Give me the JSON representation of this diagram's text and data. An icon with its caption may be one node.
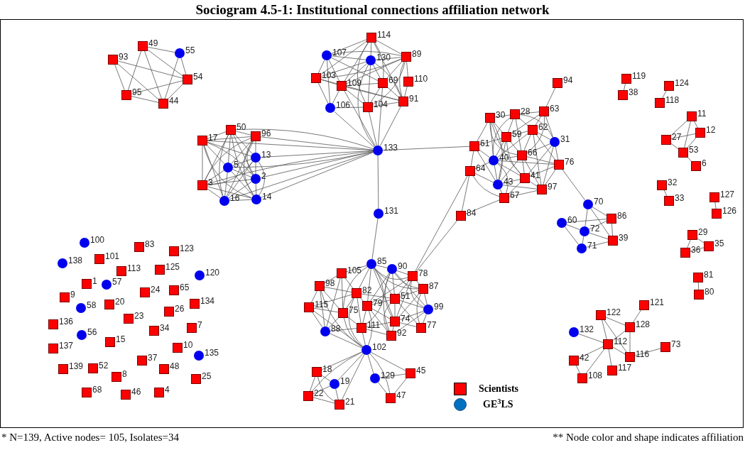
{
  "diagram": {
    "title": "Sociogram 4.5-1: Institutional connections affiliation network",
    "nodes": [
      {
        "text": [],
        "shape": "box",
        "beside": [
          "49"
        ]
      },
      {
        "text": [],
        "shape": "circle",
        "beside": [
          "55"
        ]
      },
      {
        "text": [],
        "shape": "box",
        "beside": [
          "93"
        ]
      },
      {
        "text": [],
        "shape": "box",
        "beside": [
          "54"
        ]
      },
      {
        "text": [],
        "shape": "box",
        "beside": [
          "95"
        ]
      },
      {
        "text": [],
        "shape": "box",
        "beside": [
          "44"
        ]
      },
      {
        "text": [],
        "shape": "box",
        "beside": [
          "50"
        ]
      },
      {
        "text": [],
        "shape": "box",
        "beside": [
          "96"
        ]
      },
      {
        "text": [],
        "shape": "box",
        "beside": [
          "17"
        ]
      },
      {
        "text": [],
        "shape": "circle",
        "beside": [
          "13"
        ]
      },
      {
        "text": [],
        "shape": "circle",
        "beside": [
          "5"
        ]
      },
      {
        "text": [],
        "shape": "circle",
        "beside": [
          "2"
        ]
      },
      {
        "text": [],
        "shape": "box",
        "beside": [
          "3"
        ]
      },
      {
        "text": [],
        "shape": "circle",
        "beside": [
          "16"
        ]
      },
      {
        "text": [],
        "shape": "circle",
        "beside": [
          "14"
        ]
      },
      {
        "text": [],
        "shape": "circle",
        "beside": [
          "133"
        ]
      },
      {
        "text": [],
        "shape": "circle",
        "beside": [
          "131"
        ]
      },
      {
        "text": [],
        "shape": "box",
        "beside": [
          "114"
        ]
      },
      {
        "text": [],
        "shape": "circle",
        "beside": [
          "107"
        ]
      },
      {
        "text": [],
        "shape": "circle",
        "beside": [
          "130"
        ]
      },
      {
        "text": [],
        "shape": "box",
        "beside": [
          "89"
        ]
      },
      {
        "text": [],
        "shape": "box",
        "beside": [
          "103"
        ]
      },
      {
        "text": [],
        "shape": "box",
        "beside": [
          "109"
        ]
      },
      {
        "text": [],
        "shape": "box",
        "beside": [
          "69"
        ]
      },
      {
        "text": [],
        "shape": "box",
        "beside": [
          "110"
        ]
      },
      {
        "text": [],
        "shape": "circle",
        "beside": [
          "106"
        ]
      },
      {
        "text": [],
        "shape": "box",
        "beside": [
          "104"
        ]
      },
      {
        "text": [],
        "shape": "box",
        "beside": [
          "91"
        ]
      },
      {
        "text": [],
        "shape": "box",
        "beside": [
          "94"
        ]
      },
      {
        "text": [],
        "shape": "box",
        "beside": [
          "30"
        ]
      },
      {
        "text": [],
        "shape": "box",
        "beside": [
          "28"
        ]
      },
      {
        "text": [],
        "shape": "box",
        "beside": [
          "63"
        ]
      },
      {
        "text": [],
        "shape": "box",
        "beside": [
          "62"
        ]
      },
      {
        "text": [],
        "shape": "box",
        "beside": [
          "59"
        ]
      },
      {
        "text": [],
        "shape": "circle",
        "beside": [
          "31"
        ]
      },
      {
        "text": [],
        "shape": "box",
        "beside": [
          "61"
        ]
      },
      {
        "text": [],
        "shape": "box",
        "beside": [
          "66"
        ]
      },
      {
        "text": [],
        "shape": "circle",
        "beside": [
          "40"
        ]
      },
      {
        "text": [],
        "shape": "box",
        "beside": [
          "76"
        ]
      },
      {
        "text": [],
        "shape": "box",
        "beside": [
          "64"
        ]
      },
      {
        "text": [],
        "shape": "box",
        "beside": [
          "41"
        ]
      },
      {
        "text": [],
        "shape": "circle",
        "beside": [
          "43"
        ]
      },
      {
        "text": [],
        "shape": "box",
        "beside": [
          "97"
        ]
      },
      {
        "text": [],
        "shape": "box",
        "beside": [
          "67"
        ]
      },
      {
        "text": [],
        "shape": "box",
        "beside": [
          "84"
        ]
      },
      {
        "text": [],
        "shape": "circle",
        "beside": [
          "70"
        ]
      },
      {
        "text": [],
        "shape": "circle",
        "beside": [
          "60"
        ]
      },
      {
        "text": [],
        "shape": "box",
        "beside": [
          "86"
        ]
      },
      {
        "text": [],
        "shape": "circle",
        "beside": [
          "72"
        ]
      },
      {
        "text": [],
        "shape": "box",
        "beside": [
          "39"
        ]
      },
      {
        "text": [],
        "shape": "circle",
        "beside": [
          "71"
        ]
      },
      {
        "text": [],
        "shape": "box",
        "beside": [
          "119"
        ]
      },
      {
        "text": [],
        "shape": "box",
        "beside": [
          "38"
        ]
      },
      {
        "text": [],
        "shape": "box",
        "beside": [
          "124"
        ]
      },
      {
        "text": [],
        "shape": "box",
        "beside": [
          "118"
        ]
      },
      {
        "text": [],
        "shape": "box",
        "beside": [
          "11"
        ]
      },
      {
        "text": [],
        "shape": "box",
        "beside": [
          "12"
        ]
      },
      {
        "text": [],
        "shape": "box",
        "beside": [
          "27"
        ]
      },
      {
        "text": [],
        "shape": "box",
        "beside": [
          "53"
        ]
      },
      {
        "text": [],
        "shape": "box",
        "beside": [
          "6"
        ]
      },
      {
        "text": [],
        "shape": "box",
        "beside": [
          "32"
        ]
      },
      {
        "text": [],
        "shape": "box",
        "beside": [
          "33"
        ]
      },
      {
        "text": [],
        "shape": "box",
        "beside": [
          "127"
        ]
      },
      {
        "text": [],
        "shape": "box",
        "beside": [
          "126"
        ]
      },
      {
        "text": [],
        "shape": "box",
        "beside": [
          "29"
        ]
      },
      {
        "text": [],
        "shape": "box",
        "beside": [
          "35"
        ]
      },
      {
        "text": [],
        "shape": "box",
        "beside": [
          "36"
        ]
      },
      {
        "text": [],
        "shape": "box",
        "beside": [
          "81"
        ]
      },
      {
        "text": [],
        "shape": "box",
        "beside": [
          "80"
        ]
      },
      {
        "text": [],
        "shape": "circle",
        "beside": [
          "85"
        ]
      },
      {
        "text": [],
        "shape": "circle",
        "beside": [
          "90"
        ]
      },
      {
        "text": [],
        "shape": "box",
        "beside": [
          "105"
        ]
      },
      {
        "text": [],
        "shape": "box",
        "beside": [
          "78"
        ]
      },
      {
        "text": [],
        "shape": "box",
        "beside": [
          "98"
        ]
      },
      {
        "text": [],
        "shape": "box",
        "beside": [
          "82"
        ]
      },
      {
        "text": [],
        "shape": "box",
        "beside": [
          "87"
        ]
      },
      {
        "text": [],
        "shape": "box",
        "beside": [
          "51"
        ]
      },
      {
        "text": [],
        "shape": "box",
        "beside": [
          "79"
        ]
      },
      {
        "text": [],
        "shape": "box",
        "beside": [
          "115"
        ]
      },
      {
        "text": [],
        "shape": "box",
        "beside": [
          "75"
        ]
      },
      {
        "text": [],
        "shape": "circle",
        "beside": [
          "99"
        ]
      },
      {
        "text": [],
        "shape": "box",
        "beside": [
          "74"
        ]
      },
      {
        "text": [],
        "shape": "box",
        "beside": [
          "111"
        ]
      },
      {
        "text": [],
        "shape": "circle",
        "beside": [
          "88"
        ]
      },
      {
        "text": [],
        "shape": "box",
        "beside": [
          "77"
        ]
      },
      {
        "text": [],
        "shape": "box",
        "beside": [
          "92"
        ]
      },
      {
        "text": [],
        "shape": "circle",
        "beside": [
          "102"
        ]
      },
      {
        "text": [],
        "shape": "box",
        "beside": [
          "18"
        ]
      },
      {
        "text": [],
        "shape": "box",
        "beside": [
          "45"
        ]
      },
      {
        "text": [],
        "shape": "circle",
        "beside": [
          "19"
        ]
      },
      {
        "text": [],
        "shape": "circle",
        "beside": [
          "129"
        ]
      },
      {
        "text": [],
        "shape": "box",
        "beside": [
          "22"
        ]
      },
      {
        "text": [],
        "shape": "box",
        "beside": [
          "47"
        ]
      },
      {
        "text": [],
        "shape": "box",
        "beside": [
          "21"
        ]
      },
      {
        "text": [],
        "shape": "box",
        "beside": [
          "121"
        ]
      },
      {
        "text": [],
        "shape": "box",
        "beside": [
          "122"
        ]
      },
      {
        "text": [],
        "shape": "box",
        "beside": [
          "128"
        ]
      },
      {
        "text": [],
        "shape": "circle",
        "beside": [
          "132"
        ]
      },
      {
        "text": [],
        "shape": "box",
        "beside": [
          "112"
        ]
      },
      {
        "text": [],
        "shape": "box",
        "beside": [
          "73"
        ]
      },
      {
        "text": [],
        "shape": "box",
        "beside": [
          "116"
        ]
      },
      {
        "text": [],
        "shape": "box",
        "beside": [
          "42"
        ]
      },
      {
        "text": [],
        "shape": "box",
        "beside": [
          "117"
        ]
      },
      {
        "text": [],
        "shape": "box",
        "beside": [
          "108"
        ]
      },
      {
        "text": [],
        "shape": "circle",
        "beside": [
          "100"
        ]
      },
      {
        "text": [],
        "shape": "box",
        "beside": [
          "83"
        ]
      },
      {
        "text": [],
        "shape": "box",
        "beside": [
          "123"
        ]
      },
      {
        "text": [],
        "shape": "circle",
        "beside": [
          "138"
        ]
      },
      {
        "text": [],
        "shape": "box",
        "beside": [
          "101"
        ]
      },
      {
        "text": [],
        "shape": "box",
        "beside": [
          "113"
        ]
      },
      {
        "text": [],
        "shape": "box",
        "beside": [
          "125"
        ]
      },
      {
        "text": [],
        "shape": "circle",
        "beside": [
          "120"
        ]
      },
      {
        "text": [],
        "shape": "box",
        "beside": [
          "1"
        ]
      },
      {
        "text": [],
        "shape": "circle",
        "beside": [
          "57"
        ]
      },
      {
        "text": [],
        "shape": "box",
        "beside": [
          "24"
        ]
      },
      {
        "text": [],
        "shape": "box",
        "beside": [
          "65"
        ]
      },
      {
        "text": [],
        "shape": "box",
        "beside": [
          "9"
        ]
      },
      {
        "text": [],
        "shape": "circle",
        "beside": [
          "58"
        ]
      },
      {
        "text": [],
        "shape": "box",
        "beside": [
          "20"
        ]
      },
      {
        "text": [],
        "shape": "box",
        "beside": [
          "134"
        ]
      },
      {
        "text": [],
        "shape": "box",
        "beside": [
          "26"
        ]
      },
      {
        "text": [],
        "shape": "box",
        "beside": [
          "23"
        ]
      },
      {
        "text": [],
        "shape": "box",
        "beside": [
          "136"
        ]
      },
      {
        "text": [],
        "shape": "box",
        "beside": [
          "34"
        ]
      },
      {
        "text": [],
        "shape": "box",
        "beside": [
          "7"
        ]
      },
      {
        "text": [],
        "shape": "circle",
        "beside": [
          "56"
        ]
      },
      {
        "text": [],
        "shape": "box",
        "beside": [
          "15"
        ]
      },
      {
        "text": [],
        "shape": "box",
        "beside": [
          "137"
        ]
      },
      {
        "text": [],
        "shape": "box",
        "beside": [
          "10"
        ]
      },
      {
        "text": [],
        "shape": "circle",
        "beside": [
          "135"
        ]
      },
      {
        "text": [],
        "shape": "box",
        "beside": [
          "37"
        ]
      },
      {
        "text": [],
        "shape": "box",
        "beside": [
          "139"
        ]
      },
      {
        "text": [],
        "shape": "box",
        "beside": [
          "52"
        ]
      },
      {
        "text": [],
        "shape": "box",
        "beside": [
          "48"
        ]
      },
      {
        "text": [],
        "shape": "box",
        "beside": [
          "8"
        ]
      },
      {
        "text": [],
        "shape": "box",
        "beside": [
          "25"
        ]
      },
      {
        "text": [],
        "shape": "box",
        "beside": [
          "68"
        ]
      },
      {
        "text": [],
        "shape": "box",
        "beside": [
          "46"
        ]
      },
      {
        "text": [],
        "shape": "box",
        "beside": [
          "4"
        ]
      }
    ],
    "edges": [
      {
        "from": 0,
        "to": 1,
        "arrow": "none"
      },
      {
        "from": 0,
        "to": 4,
        "arrow": "none"
      },
      {
        "from": 0,
        "to": 5,
        "arrow": "none"
      },
      {
        "from": 0,
        "to": 3,
        "arrow": "none"
      },
      {
        "from": 2,
        "to": 4,
        "arrow": "none"
      },
      {
        "from": 2,
        "to": 3,
        "arrow": "none"
      },
      {
        "from": 2,
        "to": 5,
        "arrow": "none"
      },
      {
        "from": 1,
        "to": 3,
        "arrow": "none"
      },
      {
        "from": 1,
        "to": 5,
        "arrow": "none"
      },
      {
        "from": 3,
        "to": 4,
        "arrow": "none"
      },
      {
        "from": 3,
        "to": 5,
        "arrow": "none"
      },
      {
        "from": 4,
        "to": 5,
        "arrow": "none"
      },
      {
        "from": 6,
        "to": 7,
        "arrow": "none"
      },
      {
        "from": 6,
        "to": 8,
        "arrow": "none"
      },
      {
        "from": 6,
        "to": 9,
        "arrow": "none"
      },
      {
        "from": 6,
        "to": 10,
        "arrow": "none"
      },
      {
        "from": 6,
        "to": 11,
        "arrow": "none"
      },
      {
        "from": 6,
        "to": 12,
        "arrow": "none"
      },
      {
        "from": 6,
        "to": 13,
        "arrow": "none"
      },
      {
        "from": 6,
        "to": 14,
        "arrow": "none"
      },
      {
        "from": 7,
        "to": 8,
        "arrow": "none"
      },
      {
        "from": 7,
        "to": 9,
        "arrow": "none"
      },
      {
        "from": 7,
        "to": 10,
        "arrow": "none"
      },
      {
        "from": 7,
        "to": 11,
        "arrow": "none"
      },
      {
        "from": 7,
        "to": 12,
        "arrow": "none"
      },
      {
        "from": 7,
        "to": 13,
        "arrow": "none"
      },
      {
        "from": 7,
        "to": 14,
        "arrow": "none"
      },
      {
        "from": 8,
        "to": 9,
        "arrow": "none"
      },
      {
        "from": 8,
        "to": 10,
        "arrow": "none"
      },
      {
        "from": 8,
        "to": 11,
        "arrow": "none"
      },
      {
        "from": 8,
        "to": 12,
        "arrow": "none"
      },
      {
        "from": 8,
        "to": 13,
        "arrow": "none"
      },
      {
        "from": 8,
        "to": 14,
        "arrow": "none"
      },
      {
        "from": 9,
        "to": 10,
        "arrow": "none"
      },
      {
        "from": 9,
        "to": 11,
        "arrow": "none"
      },
      {
        "from": 9,
        "to": 12,
        "arrow": "none"
      },
      {
        "from": 9,
        "to": 13,
        "arrow": "none"
      },
      {
        "from": 9,
        "to": 14,
        "arrow": "none"
      },
      {
        "from": 10,
        "to": 11,
        "arrow": "none"
      },
      {
        "from": 10,
        "to": 12,
        "arrow": "none"
      },
      {
        "from": 10,
        "to": 13,
        "arrow": "none"
      },
      {
        "from": 10,
        "to": 14,
        "arrow": "none"
      },
      {
        "from": 11,
        "to": 12,
        "arrow": "none"
      },
      {
        "from": 11,
        "to": 13,
        "arrow": "none"
      },
      {
        "from": 11,
        "to": 14,
        "arrow": "none"
      },
      {
        "from": 12,
        "to": 13,
        "arrow": "none"
      },
      {
        "from": 12,
        "to": 14,
        "arrow": "none"
      },
      {
        "from": 13,
        "to": 14,
        "arrow": "none"
      },
      {
        "from": 15,
        "to": 6,
        "arrow": "none"
      },
      {
        "from": 15,
        "to": 7,
        "arrow": "none"
      },
      {
        "from": 15,
        "to": 8,
        "arrow": "none"
      },
      {
        "from": 15,
        "to": 9,
        "arrow": "none"
      },
      {
        "from": 15,
        "to": 10,
        "arrow": "none"
      },
      {
        "from": 15,
        "to": 11,
        "arrow": "none"
      },
      {
        "from": 15,
        "to": 12,
        "arrow": "none"
      },
      {
        "from": 15,
        "to": 13,
        "arrow": "none"
      },
      {
        "from": 15,
        "to": 14,
        "arrow": "none"
      },
      {
        "from": 15,
        "to": 25,
        "arrow": "none"
      },
      {
        "from": 15,
        "to": 22,
        "arrow": "none"
      },
      {
        "from": 15,
        "to": 26,
        "arrow": "none"
      },
      {
        "from": 15,
        "to": 19,
        "arrow": "none"
      },
      {
        "from": 15,
        "to": 27,
        "arrow": "none"
      },
      {
        "from": 15,
        "to": 23,
        "arrow": "none"
      },
      {
        "from": 15,
        "to": 35,
        "arrow": "none"
      },
      {
        "from": 15,
        "to": 16,
        "arrow": "none"
      },
      {
        "from": 16,
        "to": 69,
        "arrow": "none"
      },
      {
        "from": 17,
        "to": 18,
        "arrow": "none"
      },
      {
        "from": 17,
        "to": 19,
        "arrow": "none"
      },
      {
        "from": 17,
        "to": 20,
        "arrow": "none"
      },
      {
        "from": 17,
        "to": 21,
        "arrow": "none"
      },
      {
        "from": 17,
        "to": 22,
        "arrow": "none"
      },
      {
        "from": 17,
        "to": 23,
        "arrow": "none"
      },
      {
        "from": 17,
        "to": 26,
        "arrow": "none"
      },
      {
        "from": 17,
        "to": 27,
        "arrow": "none"
      },
      {
        "from": 18,
        "to": 19,
        "arrow": "none"
      },
      {
        "from": 18,
        "to": 21,
        "arrow": "none"
      },
      {
        "from": 18,
        "to": 22,
        "arrow": "none"
      },
      {
        "from": 18,
        "to": 25,
        "arrow": "none"
      },
      {
        "from": 18,
        "to": 20,
        "arrow": "none"
      },
      {
        "from": 18,
        "to": 23,
        "arrow": "none"
      },
      {
        "from": 19,
        "to": 20,
        "arrow": "none"
      },
      {
        "from": 19,
        "to": 22,
        "arrow": "none"
      },
      {
        "from": 19,
        "to": 23,
        "arrow": "none"
      },
      {
        "from": 19,
        "to": 26,
        "arrow": "none"
      },
      {
        "from": 19,
        "to": 27,
        "arrow": "none"
      },
      {
        "from": 19,
        "to": 21,
        "arrow": "none"
      },
      {
        "from": 20,
        "to": 22,
        "arrow": "none"
      },
      {
        "from": 20,
        "to": 23,
        "arrow": "none"
      },
      {
        "from": 20,
        "to": 24,
        "arrow": "none"
      },
      {
        "from": 20,
        "to": 27,
        "arrow": "none"
      },
      {
        "from": 20,
        "to": 21,
        "arrow": "none"
      },
      {
        "from": 20,
        "to": 26,
        "arrow": "none"
      },
      {
        "from": 21,
        "to": 22,
        "arrow": "none"
      },
      {
        "from": 21,
        "to": 25,
        "arrow": "none"
      },
      {
        "from": 21,
        "to": 27,
        "arrow": "none"
      },
      {
        "from": 22,
        "to": 25,
        "arrow": "none"
      },
      {
        "from": 22,
        "to": 26,
        "arrow": "none"
      },
      {
        "from": 22,
        "to": 27,
        "arrow": "none"
      },
      {
        "from": 22,
        "to": 23,
        "arrow": "none"
      },
      {
        "from": 23,
        "to": 27,
        "arrow": "none"
      },
      {
        "from": 23,
        "to": 26,
        "arrow": "none"
      },
      {
        "from": 24,
        "to": 27,
        "arrow": "none"
      },
      {
        "from": 25,
        "to": 26,
        "arrow": "none"
      },
      {
        "from": 26,
        "to": 27,
        "arrow": "none"
      },
      {
        "from": 28,
        "to": 31,
        "arrow": "none"
      },
      {
        "from": 29,
        "to": 30,
        "arrow": "none"
      },
      {
        "from": 29,
        "to": 33,
        "arrow": "none"
      },
      {
        "from": 29,
        "to": 35,
        "arrow": "none"
      },
      {
        "from": 29,
        "to": 37,
        "arrow": "none"
      },
      {
        "from": 29,
        "to": 36,
        "arrow": "none"
      },
      {
        "from": 29,
        "to": 41,
        "arrow": "none"
      },
      {
        "from": 29,
        "to": 40,
        "arrow": "none"
      },
      {
        "from": 30,
        "to": 31,
        "arrow": "none"
      },
      {
        "from": 30,
        "to": 33,
        "arrow": "none"
      },
      {
        "from": 30,
        "to": 32,
        "arrow": "none"
      },
      {
        "from": 30,
        "to": 36,
        "arrow": "none"
      },
      {
        "from": 30,
        "to": 37,
        "arrow": "none"
      },
      {
        "from": 30,
        "to": 34,
        "arrow": "none"
      },
      {
        "from": 31,
        "to": 32,
        "arrow": "none"
      },
      {
        "from": 31,
        "to": 34,
        "arrow": "none"
      },
      {
        "from": 31,
        "to": 33,
        "arrow": "none"
      },
      {
        "from": 31,
        "to": 36,
        "arrow": "none"
      },
      {
        "from": 32,
        "to": 33,
        "arrow": "none"
      },
      {
        "from": 32,
        "to": 34,
        "arrow": "none"
      },
      {
        "from": 32,
        "to": 36,
        "arrow": "none"
      },
      {
        "from": 32,
        "to": 37,
        "arrow": "none"
      },
      {
        "from": 32,
        "to": 42,
        "arrow": "none"
      },
      {
        "from": 32,
        "to": 38,
        "arrow": "none"
      },
      {
        "from": 33,
        "to": 35,
        "arrow": "none"
      },
      {
        "from": 33,
        "to": 36,
        "arrow": "none"
      },
      {
        "from": 33,
        "to": 37,
        "arrow": "none"
      },
      {
        "from": 33,
        "to": 41,
        "arrow": "none"
      },
      {
        "from": 33,
        "to": 40,
        "arrow": "none"
      },
      {
        "from": 34,
        "to": 38,
        "arrow": "none"
      },
      {
        "from": 34,
        "to": 36,
        "arrow": "none"
      },
      {
        "from": 34,
        "to": 42,
        "arrow": "none"
      },
      {
        "from": 34,
        "to": 40,
        "arrow": "none"
      },
      {
        "from": 35,
        "to": 37,
        "arrow": "none"
      },
      {
        "from": 35,
        "to": 39,
        "arrow": "none"
      },
      {
        "from": 35,
        "to": 41,
        "arrow": "none"
      },
      {
        "from": 36,
        "to": 37,
        "arrow": "none"
      },
      {
        "from": 36,
        "to": 38,
        "arrow": "none"
      },
      {
        "from": 36,
        "to": 40,
        "arrow": "none"
      },
      {
        "from": 36,
        "to": 41,
        "arrow": "none"
      },
      {
        "from": 36,
        "to": 42,
        "arrow": "none"
      },
      {
        "from": 37,
        "to": 39,
        "arrow": "none"
      },
      {
        "from": 37,
        "to": 41,
        "arrow": "none"
      },
      {
        "from": 37,
        "to": 40,
        "arrow": "none"
      },
      {
        "from": 37,
        "to": 43,
        "arrow": "none"
      },
      {
        "from": 37,
        "to": 38,
        "arrow": "none"
      },
      {
        "from": 38,
        "to": 40,
        "arrow": "none"
      },
      {
        "from": 38,
        "to": 42,
        "arrow": "none"
      },
      {
        "from": 39,
        "to": 41,
        "arrow": "none"
      },
      {
        "from": 39,
        "to": 43,
        "arrow": "none"
      },
      {
        "from": 40,
        "to": 41,
        "arrow": "none"
      },
      {
        "from": 40,
        "to": 42,
        "arrow": "none"
      },
      {
        "from": 40,
        "to": 43,
        "arrow": "none"
      },
      {
        "from": 41,
        "to": 43,
        "arrow": "none"
      },
      {
        "from": 41,
        "to": 42,
        "arrow": "none"
      },
      {
        "from": 42,
        "to": 43,
        "arrow": "none"
      },
      {
        "from": 44,
        "to": 39,
        "arrow": "none"
      },
      {
        "from": 44,
        "to": 43,
        "arrow": "none"
      },
      {
        "from": 72,
        "to": 39,
        "arrow": "none"
      },
      {
        "from": 72,
        "to": 44,
        "arrow": "none"
      },
      {
        "from": 38,
        "to": 45,
        "arrow": "none"
      },
      {
        "from": 45,
        "to": 48,
        "arrow": "none"
      },
      {
        "from": 45,
        "to": 47,
        "arrow": "none"
      },
      {
        "from": 45,
        "to": 49,
        "arrow": "none"
      },
      {
        "from": 46,
        "to": 47,
        "arrow": "none"
      },
      {
        "from": 46,
        "to": 48,
        "arrow": "none"
      },
      {
        "from": 46,
        "to": 50,
        "arrow": "none"
      },
      {
        "from": 48,
        "to": 50,
        "arrow": "none"
      },
      {
        "from": 48,
        "to": 47,
        "arrow": "none"
      },
      {
        "from": 48,
        "to": 49,
        "arrow": "none"
      },
      {
        "from": 47,
        "to": 49,
        "arrow": "none"
      },
      {
        "from": 50,
        "to": 49,
        "arrow": "none"
      },
      {
        "from": 51,
        "to": 52,
        "arrow": "none"
      },
      {
        "from": 53,
        "to": 54,
        "arrow": "none"
      },
      {
        "from": 55,
        "to": 56,
        "arrow": "none"
      },
      {
        "from": 55,
        "to": 57,
        "arrow": "none"
      },
      {
        "from": 55,
        "to": 58,
        "arrow": "none"
      },
      {
        "from": 56,
        "to": 57,
        "arrow": "none"
      },
      {
        "from": 56,
        "to": 58,
        "arrow": "none"
      },
      {
        "from": 57,
        "to": 58,
        "arrow": "none"
      },
      {
        "from": 58,
        "to": 59,
        "arrow": "none"
      },
      {
        "from": 60,
        "to": 61,
        "arrow": "none"
      },
      {
        "from": 62,
        "to": 63,
        "arrow": "none"
      },
      {
        "from": 64,
        "to": 65,
        "arrow": "none"
      },
      {
        "from": 64,
        "to": 66,
        "arrow": "none"
      },
      {
        "from": 66,
        "to": 65,
        "arrow": "none"
      },
      {
        "from": 67,
        "to": 68,
        "arrow": "none"
      },
      {
        "from": 69,
        "to": 70,
        "arrow": "none"
      },
      {
        "from": 69,
        "to": 71,
        "arrow": "none"
      },
      {
        "from": 69,
        "to": 72,
        "arrow": "none"
      },
      {
        "from": 69,
        "to": 74,
        "arrow": "none"
      },
      {
        "from": 69,
        "to": 76,
        "arrow": "none"
      },
      {
        "from": 69,
        "to": 77,
        "arrow": "none"
      },
      {
        "from": 69,
        "to": 79,
        "arrow": "none"
      },
      {
        "from": 69,
        "to": 81,
        "arrow": "none"
      },
      {
        "from": 69,
        "to": 82,
        "arrow": "none"
      },
      {
        "from": 69,
        "to": 75,
        "arrow": "none"
      },
      {
        "from": 70,
        "to": 72,
        "arrow": "none"
      },
      {
        "from": 70,
        "to": 75,
        "arrow": "none"
      },
      {
        "from": 70,
        "to": 76,
        "arrow": "none"
      },
      {
        "from": 70,
        "to": 81,
        "arrow": "none"
      },
      {
        "from": 70,
        "to": 77,
        "arrow": "none"
      },
      {
        "from": 70,
        "to": 80,
        "arrow": "none"
      },
      {
        "from": 70,
        "to": 85,
        "arrow": "none"
      },
      {
        "from": 71,
        "to": 73,
        "arrow": "none"
      },
      {
        "from": 71,
        "to": 74,
        "arrow": "none"
      },
      {
        "from": 71,
        "to": 79,
        "arrow": "none"
      },
      {
        "from": 71,
        "to": 83,
        "arrow": "none"
      },
      {
        "from": 72,
        "to": 75,
        "arrow": "none"
      },
      {
        "from": 72,
        "to": 76,
        "arrow": "none"
      },
      {
        "from": 72,
        "to": 80,
        "arrow": "none"
      },
      {
        "from": 72,
        "to": 81,
        "arrow": "none"
      },
      {
        "from": 72,
        "to": 77,
        "arrow": "none"
      },
      {
        "from": 73,
        "to": 78,
        "arrow": "none"
      },
      {
        "from": 73,
        "to": 79,
        "arrow": "none"
      },
      {
        "from": 73,
        "to": 74,
        "arrow": "none"
      },
      {
        "from": 73,
        "to": 83,
        "arrow": "none"
      },
      {
        "from": 74,
        "to": 77,
        "arrow": "none"
      },
      {
        "from": 74,
        "to": 79,
        "arrow": "none"
      },
      {
        "from": 74,
        "to": 82,
        "arrow": "none"
      },
      {
        "from": 74,
        "to": 76,
        "arrow": "none"
      },
      {
        "from": 74,
        "to": 78,
        "arrow": "none"
      },
      {
        "from": 75,
        "to": 76,
        "arrow": "none"
      },
      {
        "from": 75,
        "to": 80,
        "arrow": "none"
      },
      {
        "from": 75,
        "to": 84,
        "arrow": "none"
      },
      {
        "from": 75,
        "to": 81,
        "arrow": "none"
      },
      {
        "from": 76,
        "to": 77,
        "arrow": "none"
      },
      {
        "from": 76,
        "to": 81,
        "arrow": "none"
      },
      {
        "from": 76,
        "to": 80,
        "arrow": "none"
      },
      {
        "from": 76,
        "to": 84,
        "arrow": "none"
      },
      {
        "from": 76,
        "to": 85,
        "arrow": "none"
      },
      {
        "from": 77,
        "to": 81,
        "arrow": "none"
      },
      {
        "from": 77,
        "to": 82,
        "arrow": "none"
      },
      {
        "from": 77,
        "to": 85,
        "arrow": "none"
      },
      {
        "from": 78,
        "to": 79,
        "arrow": "none"
      },
      {
        "from": 78,
        "to": 83,
        "arrow": "none"
      },
      {
        "from": 78,
        "to": 86,
        "arrow": "none"
      },
      {
        "from": 79,
        "to": 82,
        "arrow": "none"
      },
      {
        "from": 79,
        "to": 83,
        "arrow": "none"
      },
      {
        "from": 80,
        "to": 81,
        "arrow": "none"
      },
      {
        "from": 80,
        "to": 84,
        "arrow": "none"
      },
      {
        "from": 80,
        "to": 85,
        "arrow": "none"
      },
      {
        "from": 81,
        "to": 84,
        "arrow": "none"
      },
      {
        "from": 81,
        "to": 85,
        "arrow": "none"
      },
      {
        "from": 81,
        "to": 82,
        "arrow": "none"
      },
      {
        "from": 82,
        "to": 83,
        "arrow": "none"
      },
      {
        "from": 82,
        "to": 85,
        "arrow": "none"
      },
      {
        "from": 86,
        "to": 82,
        "arrow": "none"
      },
      {
        "from": 86,
        "to": 79,
        "arrow": "none"
      },
      {
        "from": 86,
        "to": 74,
        "arrow": "none"
      },
      {
        "from": 86,
        "to": 83,
        "arrow": "none"
      },
      {
        "from": 86,
        "to": 73,
        "arrow": "none"
      },
      {
        "from": 86,
        "to": 77,
        "arrow": "none"
      },
      {
        "from": 86,
        "to": 87,
        "arrow": "none"
      },
      {
        "from": 86,
        "to": 89,
        "arrow": "none"
      },
      {
        "from": 86,
        "to": 91,
        "arrow": "none"
      },
      {
        "from": 86,
        "to": 93,
        "arrow": "none"
      },
      {
        "from": 86,
        "to": 90,
        "arrow": "none"
      },
      {
        "from": 86,
        "to": 88,
        "arrow": "none"
      },
      {
        "from": 86,
        "to": 92,
        "arrow": "none"
      },
      {
        "from": 90,
        "to": 88,
        "arrow": "none"
      },
      {
        "from": 90,
        "to": 92,
        "arrow": "none"
      },
      {
        "from": 88,
        "to": 92,
        "arrow": "none"
      },
      {
        "from": 87,
        "to": 89,
        "arrow": "none"
      },
      {
        "from": 87,
        "to": 93,
        "arrow": "none"
      },
      {
        "from": 87,
        "to": 91,
        "arrow": "none"
      },
      {
        "from": 89,
        "to": 93,
        "arrow": "none"
      },
      {
        "from": 91,
        "to": 93,
        "arrow": "none"
      },
      {
        "from": 89,
        "to": 91,
        "arrow": "none"
      },
      {
        "from": 94,
        "to": 96,
        "arrow": "none"
      },
      {
        "from": 95,
        "to": 96,
        "arrow": "none"
      },
      {
        "from": 95,
        "to": 98,
        "arrow": "none"
      },
      {
        "from": 95,
        "to": 100,
        "arrow": "none"
      },
      {
        "from": 97,
        "to": 98,
        "arrow": "none"
      },
      {
        "from": 96,
        "to": 98,
        "arrow": "none"
      },
      {
        "from": 96,
        "to": 100,
        "arrow": "none"
      },
      {
        "from": 98,
        "to": 100,
        "arrow": "none"
      },
      {
        "from": 98,
        "to": 102,
        "arrow": "none"
      },
      {
        "from": 98,
        "to": 101,
        "arrow": "none"
      },
      {
        "from": 98,
        "to": 103,
        "arrow": "none"
      },
      {
        "from": 100,
        "to": 99,
        "arrow": "none"
      },
      {
        "from": 101,
        "to": 103,
        "arrow": "none"
      }
    ],
    "labels": [
      "* N=139, Active nodes= 105, Isolates=34",
      "** Node color and shape indicates affiliation"
    ],
    "legend": [
      {
        "text": "Scientists",
        "color": "#ff0000"
      },
      {
        "text": "GE$^{3}$LS",
        "color": "#0070c0"
      }
    ]
  }
}
